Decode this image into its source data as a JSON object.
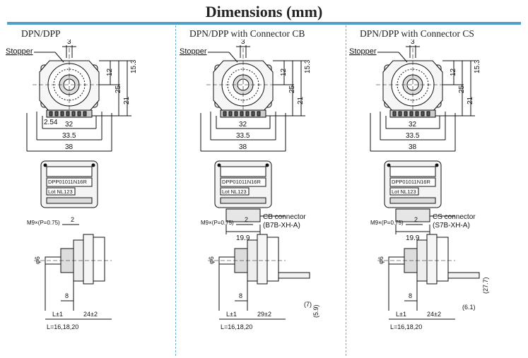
{
  "page": {
    "title": "Dimensions (mm)"
  },
  "columns": [
    {
      "id": "dpn",
      "title": "DPN/DPP",
      "connector": null,
      "top_labels": {
        "stopper": "Stopper",
        "d3": "3",
        "d12": "12",
        "d25": "25",
        "d15_3": "15.3",
        "d21": "21"
      },
      "pitch": "2.54",
      "widths": [
        "32",
        "33.5",
        "38"
      ],
      "rear_text": [
        "DPP01011N16R",
        "Lot NL123"
      ],
      "side": {
        "thread": "M9×(P=0.75)",
        "dim2": "2",
        "shaft": "φ6",
        "d8": "8",
        "lpm": "L±1",
        "right": "24±2",
        "lvals": "L=16,18,20"
      }
    },
    {
      "id": "dpn_cb",
      "title": "DPN/DPP with Connector CB",
      "connector": {
        "width": "19.9",
        "name": "CB connector",
        "part": "(B7B-XH-A)"
      },
      "top_labels": {
        "stopper": "Stopper",
        "d3": "3",
        "d12": "12",
        "d25": "25",
        "d15_3": "15.3",
        "d21": "21"
      },
      "widths": [
        "32",
        "33.5",
        "38"
      ],
      "rear_text": [
        "DPP01011N16R",
        "Lot NL123"
      ],
      "side": {
        "thread": "M9×(P=0.75)",
        "dim2": "2",
        "shaft": "φ6",
        "d8": "8",
        "lpm": "L±1",
        "right": "29±2",
        "lvals": "L=16,18,20",
        "extra1": "(7)",
        "extra2": "(5.9)"
      }
    },
    {
      "id": "dpn_cs",
      "title": "DPN/DPP with Connector CS",
      "connector": {
        "width": "19.9",
        "name": "CS connector",
        "part": "(S7B-XH-A)"
      },
      "top_labels": {
        "stopper": "Stopper",
        "d3": "3",
        "d12": "12",
        "d25": "25",
        "d15_3": "15.3",
        "d21": "21"
      },
      "widths": [
        "32",
        "33.5",
        "38"
      ],
      "rear_text": [
        "DPP01011N16R",
        "Lot NL123"
      ],
      "side": {
        "thread": "M9×(P=0.75)",
        "dim2": "2",
        "shaft": "φ6",
        "d8": "8",
        "lpm": "L±1",
        "right": "24±2",
        "lvals": "L=16,18,20",
        "extra1": "(27.7)",
        "extra2": "(6.1)"
      }
    }
  ]
}
